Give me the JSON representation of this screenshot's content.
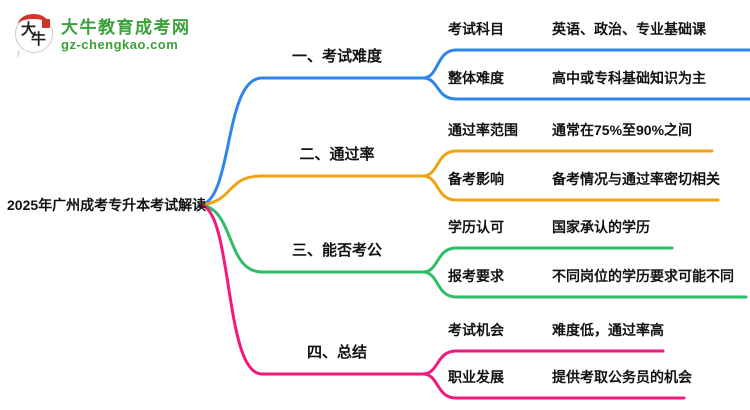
{
  "logo": {
    "icon_char_top": "大",
    "icon_char_bottom": "牛",
    "site_name": "大牛教育成考网",
    "site_url": "gz-chengkao.com",
    "brand_green": "#3aa13a",
    "brand_red": "#d5332a"
  },
  "mindmap": {
    "root": "2025年广州成考专升本考试解读",
    "branches": [
      {
        "label": "一、考试难度",
        "color": "#2e86ec",
        "children": [
          {
            "label": "考试科目",
            "value": "英语、政治、专业基础课"
          },
          {
            "label": "整体难度",
            "value": "高中或专科基础知识为主"
          }
        ]
      },
      {
        "label": "二、通过率",
        "color": "#f0a312",
        "children": [
          {
            "label": "通过率范围",
            "value": "通常在75%至90%之间"
          },
          {
            "label": "备考影响",
            "value": "备考情况与通过率密切相关"
          }
        ]
      },
      {
        "label": "三、能否考公",
        "color": "#2cbd67",
        "children": [
          {
            "label": "学历认可",
            "value": "国家承认的学历"
          },
          {
            "label": "报考要求",
            "value": "不同岗位的学历要求可能不同"
          }
        ]
      },
      {
        "label": "四、总结",
        "color": "#f2187d",
        "children": [
          {
            "label": "考试机会",
            "value": "难度低，通过率高"
          },
          {
            "label": "职业发展",
            "value": "提供考取公务员的机会"
          }
        ]
      }
    ]
  }
}
